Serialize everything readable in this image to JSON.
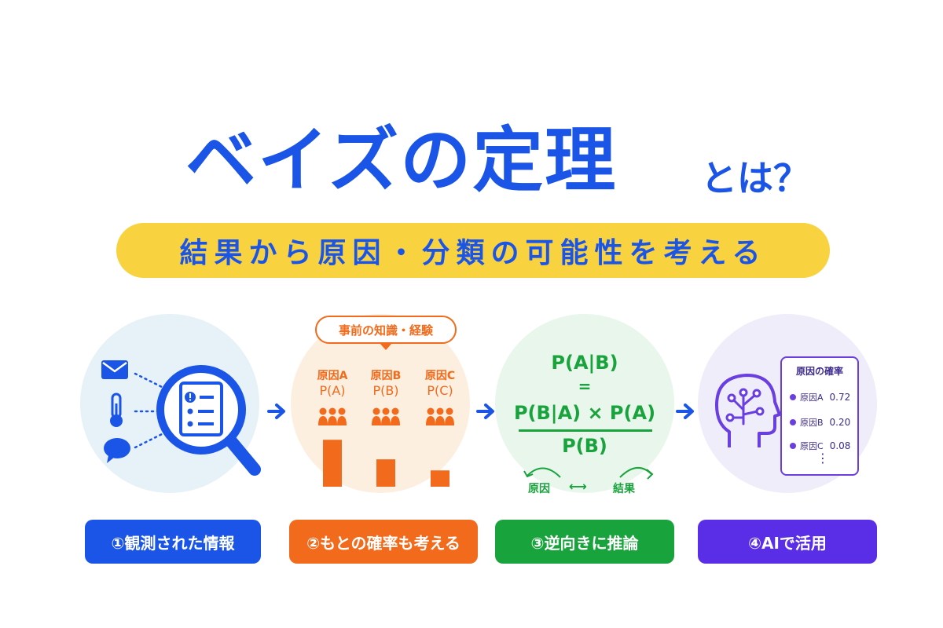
{
  "title": {
    "main": "ベイズの定理",
    "suffix": "とは？"
  },
  "subtitle": "結果から原因・分類の可能性を考える",
  "steps": [
    {
      "label": "①観測された情報"
    },
    {
      "label": "②もとの確率も考える"
    },
    {
      "label": "③逆向きに推論"
    },
    {
      "label": "④AIで活用"
    }
  ],
  "prior": {
    "callout": "事前の知識・経験",
    "causes": [
      {
        "name": "原因A",
        "p": "P(A)",
        "bar": 0.72
      },
      {
        "name": "原因B",
        "p": "P(B)",
        "bar": 0.42
      },
      {
        "name": "原因C",
        "p": "P(C)",
        "bar": 0.25
      }
    ]
  },
  "formula": {
    "lhs": "P(A|B)",
    "eq": "=",
    "numerator": "P(B|A) × P(A)",
    "denominator": "P(B)",
    "left_label": "原因",
    "arrow": "⟷",
    "right_label": "結果"
  },
  "ai_panel": {
    "title": "原因の確率",
    "rows": [
      {
        "name": "原因A",
        "value": "0.72"
      },
      {
        "name": "原因B",
        "value": "0.20"
      },
      {
        "name": "原因C",
        "value": "0.08"
      }
    ],
    "more": "⋮"
  },
  "colors": {
    "blue": "#1a55e8",
    "orange": "#f26a1b",
    "green": "#19a33c",
    "purple": "#5a2ee6",
    "yellow": "#f9d23f"
  },
  "icons": [
    "mail-icon",
    "thermometer-icon",
    "chat-bubble-icon",
    "magnifier-icon",
    "document-icon",
    "people-icon",
    "arrow-right-icon",
    "ai-head-icon"
  ]
}
